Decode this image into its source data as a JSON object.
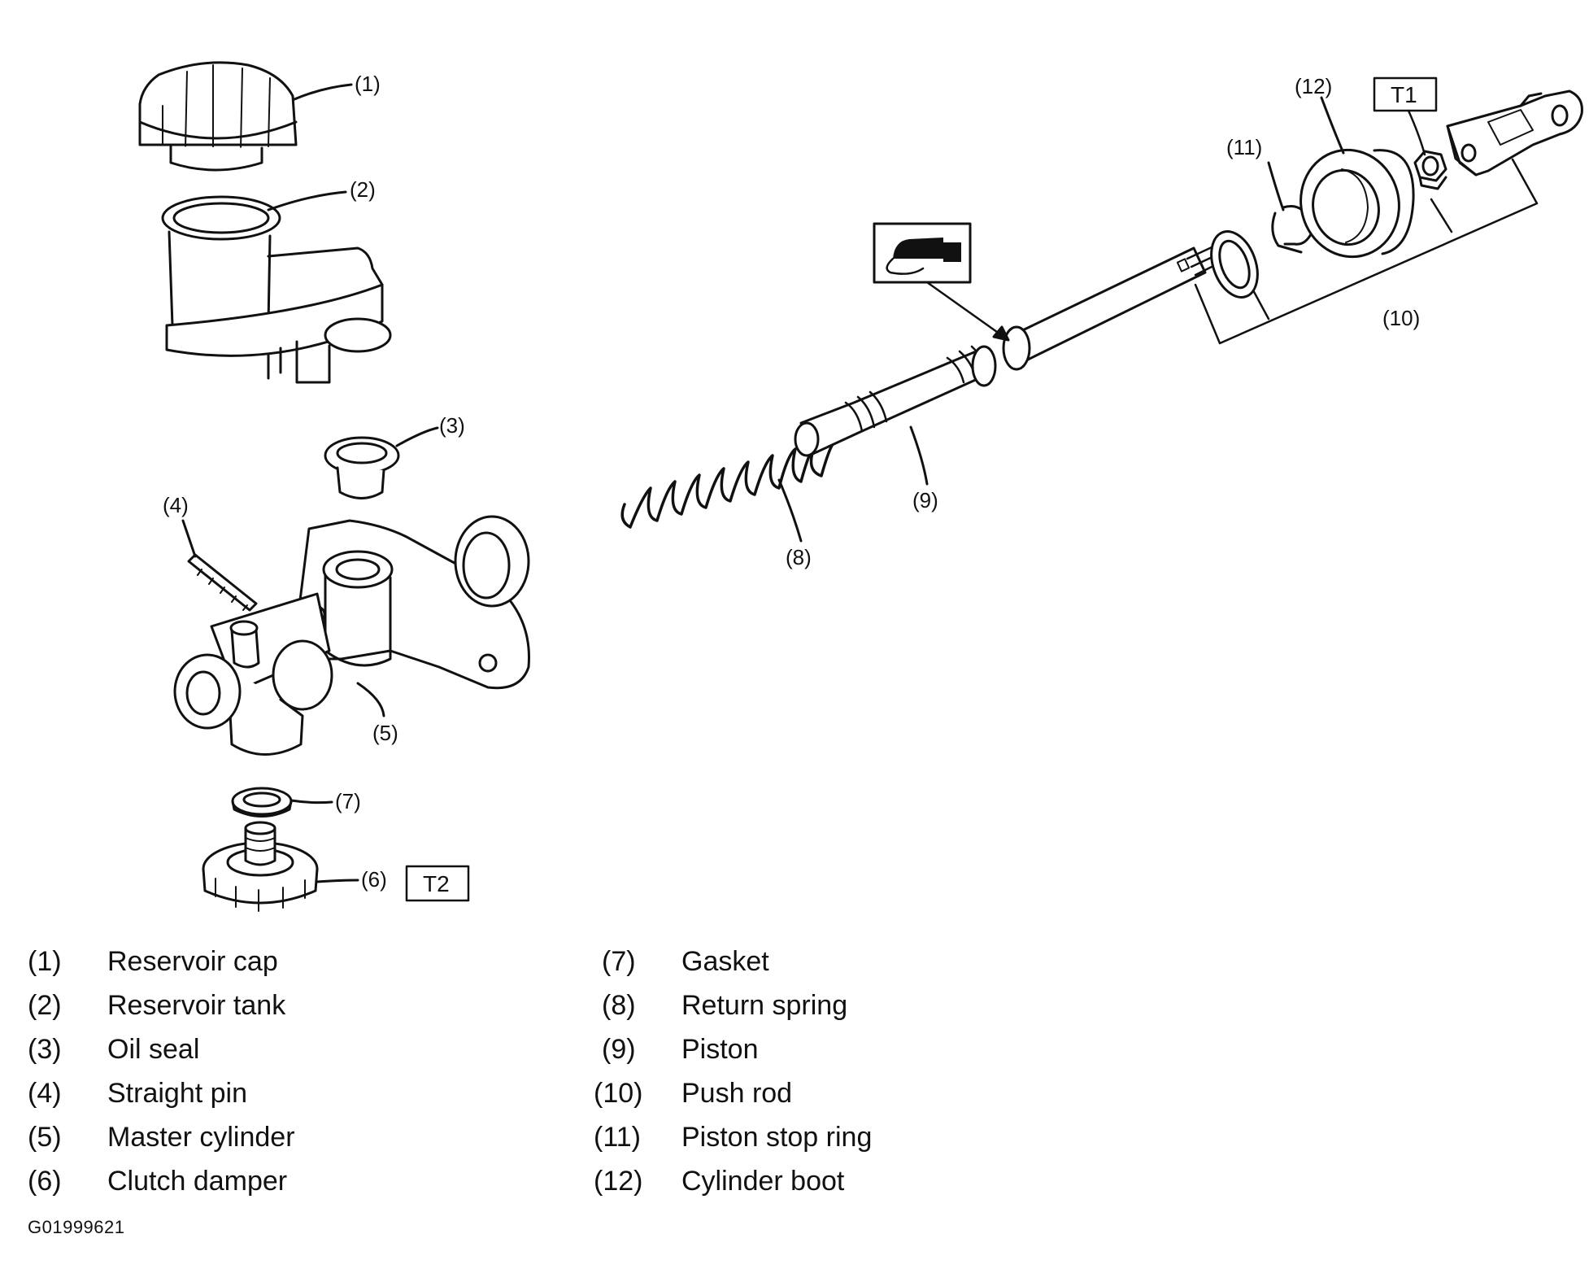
{
  "callouts": {
    "c1": "(1)",
    "c2": "(2)",
    "c3": "(3)",
    "c4": "(4)",
    "c5": "(5)",
    "c6": "(6)",
    "c7": "(7)",
    "c8": "(8)",
    "c9": "(9)",
    "c10": "(10)",
    "c11": "(11)",
    "c12": "(12)"
  },
  "tags": {
    "t1": "T1",
    "t2": "T2"
  },
  "icons": {
    "grease": "grease-gun-icon"
  },
  "legend": {
    "left": [
      {
        "num": "(1)",
        "label": "Reservoir cap"
      },
      {
        "num": "(2)",
        "label": "Reservoir tank"
      },
      {
        "num": "(3)",
        "label": "Oil seal"
      },
      {
        "num": "(4)",
        "label": "Straight pin"
      },
      {
        "num": "(5)",
        "label": "Master cylinder"
      },
      {
        "num": "(6)",
        "label": "Clutch damper"
      }
    ],
    "right": [
      {
        "num": "(7)",
        "label": "Gasket"
      },
      {
        "num": "(8)",
        "label": "Return spring"
      },
      {
        "num": "(9)",
        "label": "Piston"
      },
      {
        "num": "(10)",
        "label": "Push rod"
      },
      {
        "num": "(11)",
        "label": "Piston stop ring"
      },
      {
        "num": "(12)",
        "label": "Cylinder boot"
      }
    ]
  },
  "figure_code": "G01999621"
}
